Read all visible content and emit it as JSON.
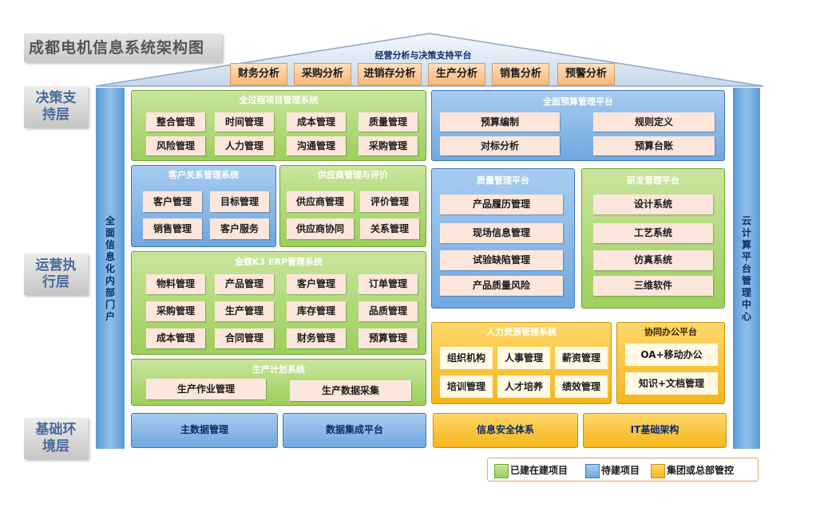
{
  "title": "成都电机信息系统架构图",
  "layers": {
    "decision": "决策支持层",
    "operation": "运营执行层",
    "foundation": "基础环境层"
  },
  "roof": {
    "title": "经营分析与决策支持平台",
    "items": [
      "财务分析",
      "采购分析",
      "进销存分析",
      "生产分析",
      "销售分析",
      "预警分析"
    ]
  },
  "left_column": {
    "label": "全面信息化内部门户",
    "chars": [
      "全",
      "面",
      "信",
      "息",
      "化",
      "内",
      "部",
      "门",
      "户"
    ]
  },
  "right_column": {
    "label": "云计算平台管理中心",
    "chars": [
      "云",
      "计",
      "算",
      "平",
      "台",
      "管",
      "理",
      "中",
      "心"
    ]
  },
  "project_mgmt": {
    "title": "全过程项目管理系统",
    "items": [
      "整合管理",
      "时间管理",
      "成本管理",
      "质量管理",
      "风险管理",
      "人力管理",
      "沟通管理",
      "采购管理"
    ]
  },
  "crm": {
    "title": "客户关系管理系统",
    "items": [
      "客户管理",
      "目标管理",
      "销售管理",
      "客户服务"
    ]
  },
  "supplier": {
    "title": "供应商管理与评价",
    "items": [
      "供应商管理",
      "评价管理",
      "供应商协同",
      "关系管理"
    ]
  },
  "erp": {
    "title": "金蝶K3 ERP管理系统",
    "items": [
      "物料管理",
      "产品管理",
      "客户管理",
      "订单管理",
      "采购管理",
      "生产管理",
      "库存管理",
      "品质管理",
      "成本管理",
      "合同管理",
      "财务管理",
      "预算管理"
    ]
  },
  "production_plan": {
    "title": "生产计划系统",
    "items": [
      "生产作业管理",
      "生产数据采集"
    ]
  },
  "budget": {
    "title": "全面预算管理平台",
    "items": [
      "预算编制",
      "规则定义",
      "对标分析",
      "预算台账"
    ]
  },
  "quality": {
    "title": "质量管理平台",
    "items": [
      "产品履历管理",
      "现场信息管理",
      "试验缺陷管理",
      "产品质量风险"
    ]
  },
  "rnd": {
    "title": "研发管理平台",
    "items": [
      "设计系统",
      "工艺系统",
      "仿真系统",
      "三维软件"
    ]
  },
  "hr": {
    "title": "人力资源管理系统",
    "items": [
      "组织机构",
      "人事管理",
      "薪资管理",
      "培训管理",
      "人才培养",
      "绩效管理"
    ]
  },
  "office": {
    "title": "协同办公平台",
    "items": [
      "OA+移动办公",
      "知识+文档管理"
    ]
  },
  "foundation": [
    "主数据管理",
    "数据集成平台",
    "信息安全体系",
    "IT基础架构"
  ],
  "legend": {
    "built": "已建在建项目",
    "pending": "待建项目",
    "group": "集团或总部管控"
  },
  "colors": {
    "green": "#9ccf5c",
    "blue": "#6fa8e0",
    "yellow": "#f5b51a",
    "orange": "#f7b879",
    "chip": "#fde6dc"
  }
}
